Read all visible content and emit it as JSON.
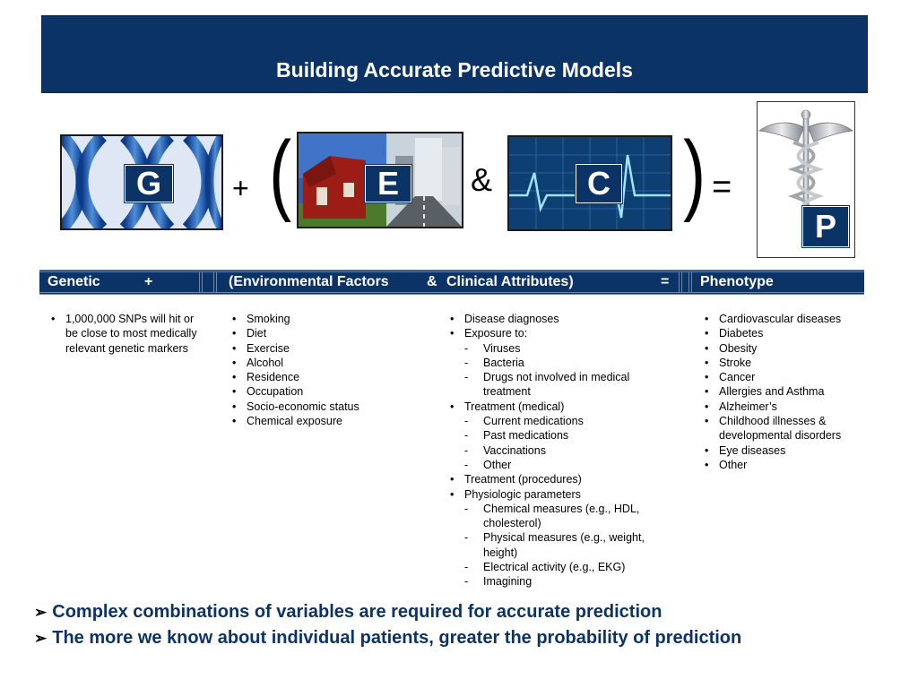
{
  "title": "Building Accurate Predictive Models",
  "equation": {
    "g_badge": "G",
    "plus": "+",
    "open_paren": "(",
    "e_badge": "E",
    "ampersand": "&",
    "c_badge": "C",
    "close_paren": ")",
    "equals": "=",
    "p_badge": "P"
  },
  "band": {
    "genetic": "Genetic",
    "plus": "+",
    "environmental": "(Environmental Factors",
    "ampersand": "&",
    "clinical": "Clinical Attributes)",
    "equals": "=",
    "phenotype": "Phenotype"
  },
  "genetic_items": [
    "1,000,000 SNPs will hit or be close to most medically relevant genetic markers"
  ],
  "environmental_items": [
    "Smoking",
    "Diet",
    "Exercise",
    "Alcohol",
    "Residence",
    "Occupation",
    "Socio-economic status",
    "Chemical exposure"
  ],
  "clinical": {
    "diagnoses": "Disease diagnoses",
    "exposure": "Exposure to:",
    "exposure_sub": [
      "Viruses",
      "Bacteria",
      "Drugs not involved in medical treatment"
    ],
    "treatment_medical": "Treatment (medical)",
    "treatment_medical_sub": [
      "Current medications",
      "Past medications",
      "Vaccinations",
      "Other"
    ],
    "treatment_procedures": "Treatment (procedures)",
    "physiologic": "Physiologic parameters",
    "physiologic_sub": [
      "Chemical measures (e.g., HDL, cholesterol)",
      "Physical measures (e.g., weight, height)",
      "Electrical activity (e.g., EKG)",
      "Imagining"
    ]
  },
  "phenotype_items": [
    "Cardiovascular diseases",
    "Diabetes",
    "Obesity",
    "Stroke",
    "Cancer",
    "Allergies and Asthma",
    "Alzheimer’s",
    "Childhood illnesses & developmental disorders",
    "Eye diseases",
    "Other"
  ],
  "conclusions": [
    "Complex combinations of variables are required for accurate prediction",
    "The more we know about individual patients, greater the probability of prediction"
  ],
  "colors": {
    "navy": "#0b3365"
  }
}
